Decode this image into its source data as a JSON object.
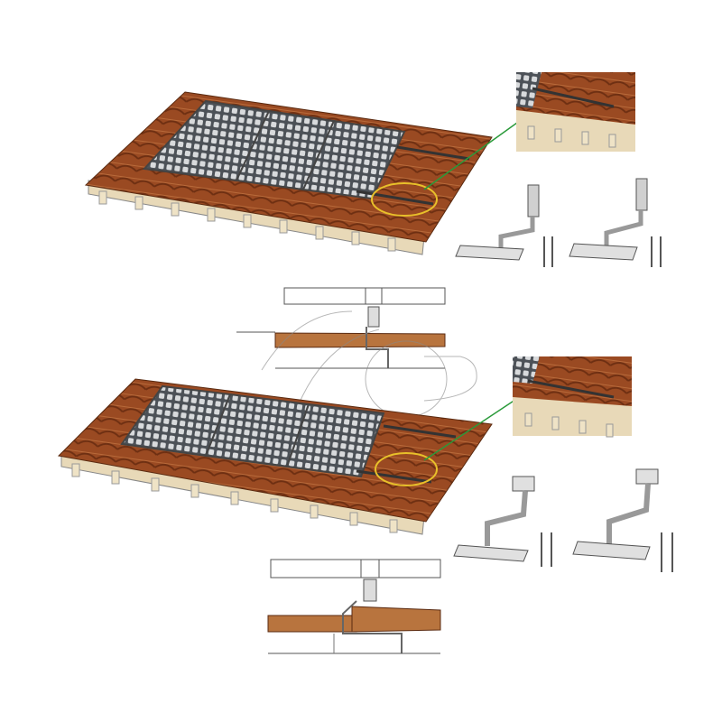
{
  "colors": {
    "background": "#ffffff",
    "tile": "#9a4a22",
    "tile_dark": "#6e2f12",
    "tile_light": "#b86a3a",
    "batten": "#e8d9b8",
    "panel": "#555a60",
    "panel_cell": "#d8dadc",
    "rail": "#333333",
    "highlight_ring": "#e8c02a",
    "leader_line": "#2a9a3a",
    "metal": "#c8c8c8",
    "outline": "#444444"
  },
  "figures": [
    {
      "id": "roof-flat-tile",
      "hook": "adjustable"
    },
    {
      "id": "roof-curved-tile",
      "hook": "fixed"
    }
  ]
}
